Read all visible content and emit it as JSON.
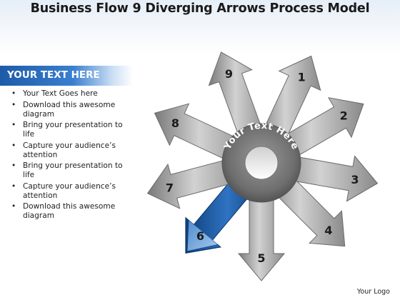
{
  "title": "Business Flow 9 Diverging Arrows Process Model",
  "panel": {
    "heading": "YOUR TEXT HERE",
    "bullets": [
      "Your Text Goes here",
      "Download this awesome diagram",
      "Bring your presentation to life",
      "Capture your audience’s attention",
      "Bring your presentation to life",
      "Capture your audience’s attention",
      "Download this awesome diagram"
    ]
  },
  "diagram": {
    "center_text": "Your Text Here",
    "highlight_color": "#1f5ea8",
    "arrow_color": "#9a9a9a",
    "arrows": [
      {
        "label": "1"
      },
      {
        "label": "2"
      },
      {
        "label": "3"
      },
      {
        "label": "4"
      },
      {
        "label": "5"
      },
      {
        "label": "6",
        "highlighted": true
      },
      {
        "label": "7"
      },
      {
        "label": "8"
      },
      {
        "label": "9"
      }
    ]
  },
  "footer": {
    "logo": "Your Logo"
  }
}
